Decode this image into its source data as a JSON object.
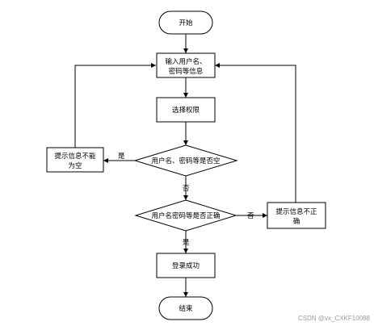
{
  "flowchart": {
    "start": "开始",
    "input_line1": "输入用户名、",
    "input_line2": "密码等信息",
    "select_role": "选择权限",
    "check_empty": "用户名、密码等是否空",
    "check_correct": "用户名密码等是否正确",
    "empty_msg_line1": "提示信息不能",
    "empty_msg_line2": "为空",
    "wrong_msg_line1": "提示信息不正",
    "wrong_msg_line2": "确",
    "login_success": "登录成功",
    "end": "结束",
    "label_yes_empty": "是",
    "label_no_empty": "否",
    "label_no_correct": "否",
    "label_yes_correct": "是"
  },
  "watermark": "CSDN @vx_CXKF10088"
}
